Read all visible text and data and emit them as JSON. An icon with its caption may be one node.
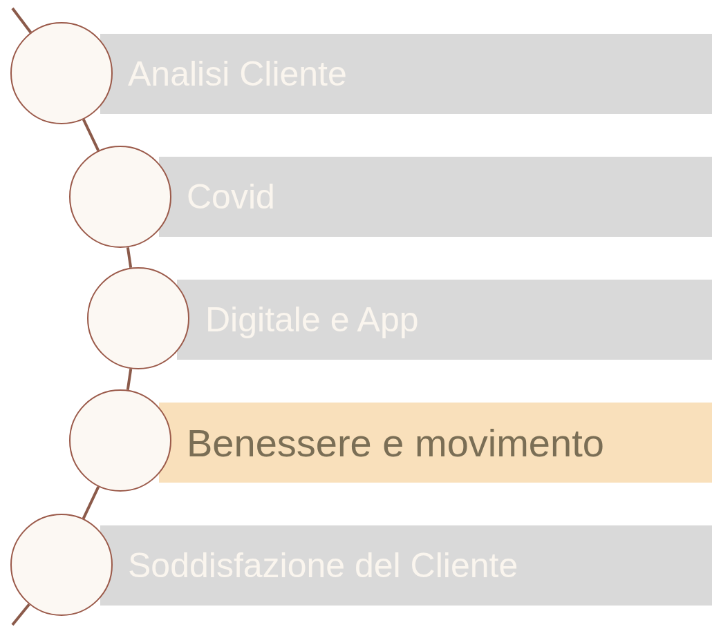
{
  "diagram": {
    "nodes": [
      {
        "text": [],
        "shape": "circle"
      },
      {
        "text": [
          "Analisi Cliente"
        ]
      },
      {
        "text": [],
        "shape": "circle"
      },
      {
        "text": [
          "Covid"
        ]
      },
      {
        "text": [],
        "shape": "circle"
      },
      {
        "text": [
          "Digitale e App"
        ]
      },
      {
        "text": [],
        "shape": "circle"
      },
      {
        "text": [
          "Benessere e movimento"
        ]
      },
      {
        "text": [],
        "shape": "circle"
      },
      {
        "text": [
          "Soddisfazione del Cliente"
        ]
      }
    ],
    "edges": [
      {
        "from": null,
        "to": 0,
        "arrow": "none"
      },
      {
        "from": 0,
        "to": 2,
        "arrow": "none"
      },
      {
        "from": 2,
        "to": 4,
        "arrow": "none"
      },
      {
        "from": 4,
        "to": 6,
        "arrow": "none"
      },
      {
        "from": 6,
        "to": 8,
        "arrow": "none"
      },
      {
        "from": 8,
        "to": null,
        "arrow": "none"
      }
    ]
  }
}
